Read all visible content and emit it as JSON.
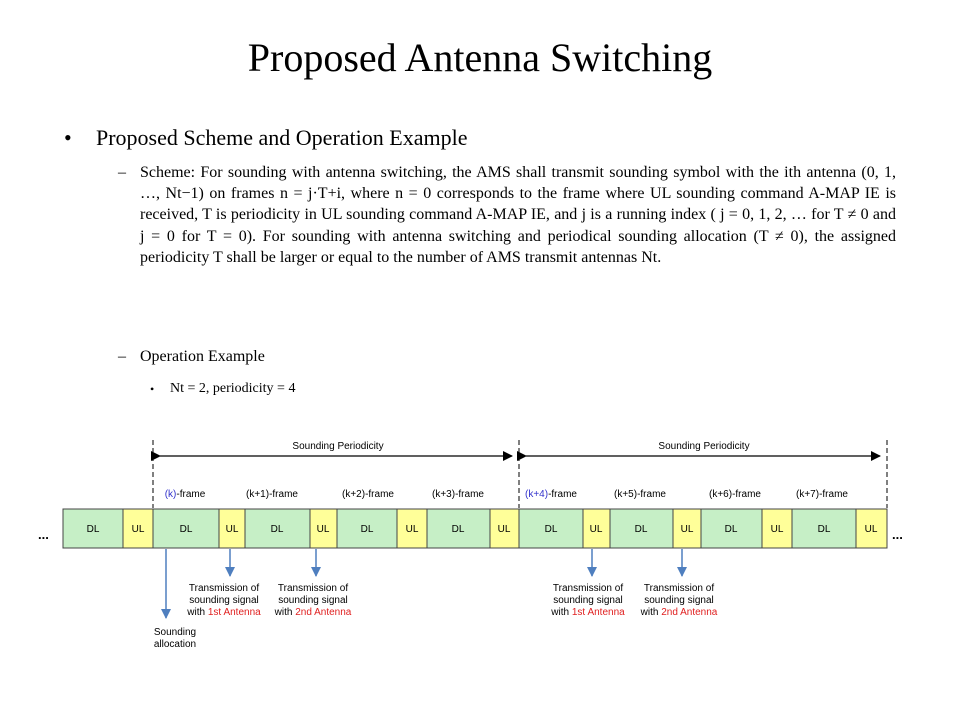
{
  "slide": {
    "title": "Proposed Antenna Switching",
    "bullet": "Proposed Scheme and Operation Example",
    "scheme_paragraph": "Scheme: For sounding with antenna switching, the AMS shall transmit sounding symbol with the ith antenna (0, 1, …, Nt−1) on frames n = j·T+i, where n = 0 corresponds to the frame where UL sounding command A-MAP IE is received, T is periodicity in UL sounding command A-MAP IE, and j is a running index ( j = 0, 1, 2, … for T ≠ 0 and j = 0 for T = 0). For sounding with antenna switching and periodical sounding allocation (T ≠ 0), the assigned periodicity T shall be larger or equal to the number of AMS transmit antennas Nt.",
    "operation_example": "Operation Example",
    "sub_bullet": "Nt = 2, periodicity = 4"
  },
  "diagram": {
    "periodicity_label": "Sounding Periodicity",
    "frames": [
      "(k)-frame",
      "(k+1)-frame",
      "(k+2)-frame",
      "(k+3)-frame",
      "(k+4)-frame",
      "(k+5)-frame",
      "(k+6)-frame",
      "(k+7)-frame"
    ],
    "dl_label": "DL",
    "ul_label": "UL",
    "ellipsis": "...",
    "tx_line1": "Transmission of",
    "tx_line2": "sounding signal",
    "with_word": "with",
    "antenna_1": "1st Antenna",
    "antenna_2": "2nd Antenna",
    "sounding_line1": "Sounding",
    "sounding_line2": "allocation",
    "colors": {
      "dl": "#c6efc6",
      "ul": "#ffff99",
      "frame_highlight": "#3333cc",
      "antenna": "#e02020",
      "arrow": "#4f7fbf"
    }
  }
}
